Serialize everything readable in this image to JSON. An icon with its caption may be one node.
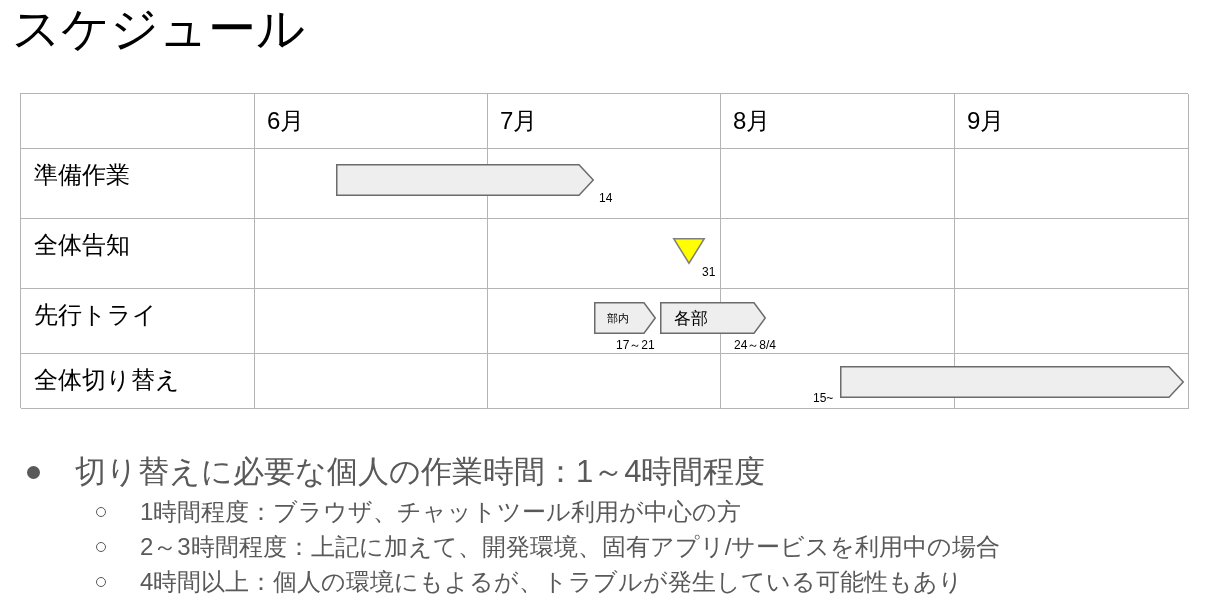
{
  "diagram": {
    "title": "スケジュール",
    "nodes": [
      {
        "text": [],
        "shape": "bar",
        "beside": [
          "14"
        ]
      },
      {
        "text": [],
        "shape": "triangle",
        "beside": [
          "31"
        ]
      },
      {
        "text": [
          "部内"
        ],
        "beside": [
          "17～21"
        ]
      },
      {
        "text": [
          "各部"
        ],
        "beside": [
          "24～8/4"
        ]
      },
      {
        "text": [],
        "shape": "bar",
        "beside": [
          "15~"
        ]
      }
    ],
    "edges": [],
    "labels": [
      "6月",
      "7月",
      "8月",
      "9月",
      "準備作業",
      "全体告知",
      "先行トライ",
      "全体切り替え",
      "切り替えに必要な個人の作業時間：1～4時間程度",
      "1時間程度：ブラウザ、チャットツール利用が中心の方",
      "2～3時間程度：上記に加えて、開発環境、固有アプリ/サービスを利用中の場合",
      "4時間以上：個人の環境にもよるが、トラブルが発生している可能性もあり"
    ]
  }
}
